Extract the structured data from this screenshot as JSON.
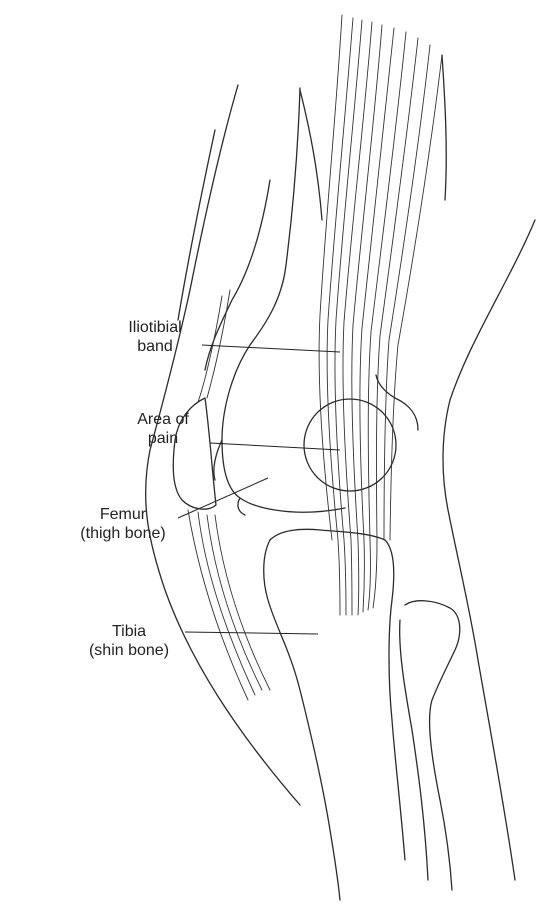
{
  "labels": {
    "iliotibial_band": [
      "Iliotibial",
      "band"
    ],
    "area_of_pain": [
      "Area of",
      "pain"
    ],
    "femur": [
      "Femur",
      "(thigh bone)"
    ],
    "tibia": [
      "Tibia",
      "(shin bone)"
    ]
  },
  "colors": {
    "line": "#2b2b2b",
    "background": "#ffffff"
  }
}
